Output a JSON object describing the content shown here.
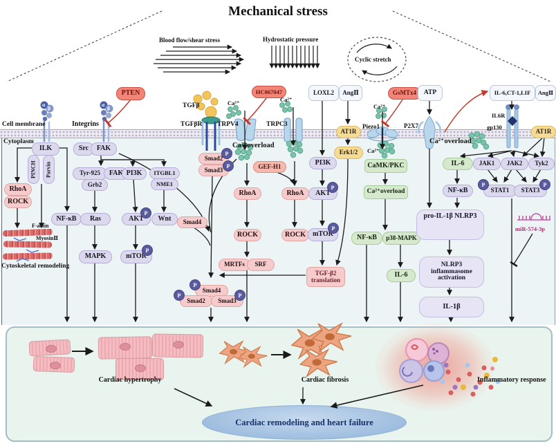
{
  "title": "Mechanical stress",
  "stressors": {
    "blood_flow": "Blood flow/shear stress",
    "hydrostatic": "Hydrostatic pressure",
    "cyclic": "Cyclic stretch"
  },
  "compartments": {
    "cell_membrane": "Cell membrane",
    "cytoplasm": "Cytoplasm"
  },
  "molecules": {
    "pten": "PTEN",
    "hc067047": "HC067047",
    "gsmtx4": "GsMTx4",
    "tgfb": "TGFβ",
    "tgfbr": "TGFβR",
    "trpv4": "TRPV4",
    "trpc3": "TRPC3",
    "ca2": "Ca²⁺",
    "ca_overload": "Ca²⁺overload",
    "integrins": "Integrins",
    "alpha": "α",
    "beta": "β",
    "ilk": "ILK",
    "pinch": "PINCH",
    "parvin": "Parvin",
    "rhoa": "RhoA",
    "rock": "ROCK",
    "src": "Src",
    "fak": "FAK",
    "tyr925": "Tyr-925",
    "grb2": "Grb2",
    "pi3k": "PI3K",
    "itgbl1": "ITGBL1",
    "nme1": "NME1",
    "nfkb": "NF-κB",
    "ras": "Ras",
    "akt": "AKT",
    "wnt": "Wnt",
    "mapk": "MAPK",
    "mtor": "mTOR",
    "p": "P",
    "f_actin": "F-actin",
    "myosin": "MyosinⅡ",
    "cytoskeletal": "Cytoskeletal remodeling",
    "smad2": "Smad2",
    "smad3": "Smad3",
    "smad4": "Smad4",
    "gef_h1": "GEF-H1",
    "mrtfs": "MRTFs",
    "srf": "SRF",
    "loxl2": "LOXL2",
    "angii": "AngⅡ",
    "at1r": "AT1R",
    "erk12": "Erk1/2",
    "tgfb2_line1": "TGF-β2",
    "tgfb2_line2": "translation",
    "piezo1": "Piezo1",
    "p2x7": "P2X7",
    "atp": "ATP",
    "camk_pkc": "CaMK/PKC",
    "p38_mapk": "p38-MAPK",
    "il6": "IL-6",
    "il6_ct1_lif": "IL-6,CT-1,LIF",
    "il6r": "IL6R",
    "gp130": "gp130",
    "jak1": "JAK1",
    "jak2": "JAK2",
    "tyk2": "Tyk2",
    "stat1": "STAT1",
    "stat3": "STAT3",
    "pro_il1b_nlrp3": "pro-IL-1β NLRP3",
    "nlrp3_line1": "NLRP3",
    "nlrp3_line2": "inflammasome",
    "nlrp3_line3": "activation",
    "il1b": "IL-1β",
    "mir574": "miR-574-3p"
  },
  "outcomes": {
    "hypertrophy": "Cardiac hypertrophy",
    "fibrosis": "Cardiac fibrosis",
    "inflammation": "Inflammatory response",
    "remodeling": "Cardiac remodeling and heart failure"
  },
  "colors": {
    "inhibitor_red": "#f28578",
    "arrow_red": "#c23b2e",
    "node_lavender": "#dcd9ee",
    "node_pink": "#f6cbcb",
    "node_green": "#d6e9cd",
    "node_yellow": "#f6db96",
    "ligand_box_blue": "#f4f8fd",
    "phospho_badge": "#5a5b9f",
    "calcium_dot": "#7cc2ab",
    "membrane_lavender": "#efecf4",
    "cytoplasm_bg": "#edf4f6",
    "outcome_panel_bg": "#e9f4ee",
    "outcome_ellipse": "#a9c4e2"
  }
}
